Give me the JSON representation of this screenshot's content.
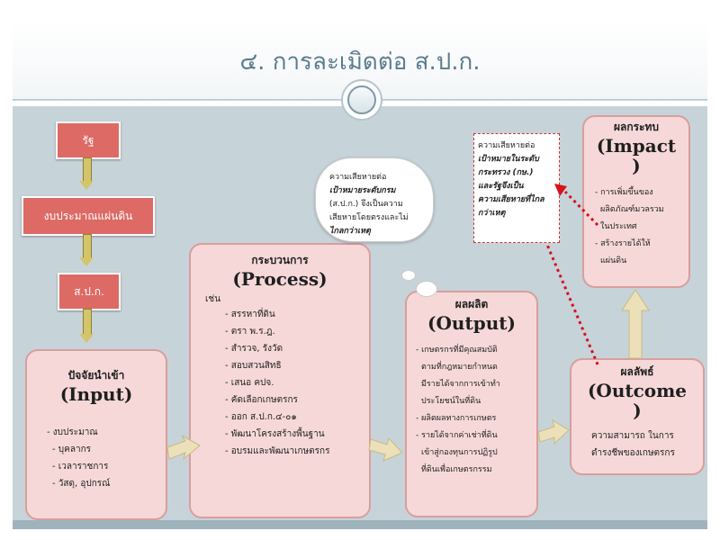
{
  "title": "๔. การละเมิดต่อ ส.ป.ก.",
  "boxes": {
    "state": "รัฐ",
    "budget": "งบประมาณแผ่นดิน",
    "alro": "ส.ป.ก."
  },
  "input": {
    "th": "ปัจจัยนำเข้า",
    "en": "(Input)",
    "items": [
      "- งบประมาณ",
      "- บุคลากร",
      "- เวลาราชการ",
      "- วัสดุ, อุปกรณ์"
    ]
  },
  "process": {
    "th": "กระบวนการ",
    "en": "(Process)",
    "intro": "เช่น",
    "items": [
      "- สรรหาที่ดิน",
      "- ตรา พ.ร.ฎ.",
      "- สำรวจ, รังวัด",
      "- สอบสวนสิทธิ",
      "- เสนอ คปจ.",
      "- คัดเลือกเกษตรกร",
      "- ออก ส.ป.ก.๔-๐๑",
      "- พัฒนาโครงสร้างพื้นฐาน",
      "- อบรมและพัฒนาเกษตรกร"
    ]
  },
  "output": {
    "th": "ผลผลิต",
    "en": "(Output)",
    "items": [
      "- เกษตรกรที่มีคุณสมบัติ",
      "ตามที่กฎหมายกำหนด",
      "มีรายได้จากการเข้าทำ",
      "ประโยชน์ในที่ดิน",
      "- ผลิตผลทางการเกษตร",
      "- รายได้จากค่าเช่าที่ดิน",
      "เข้าสู่กองทุนการปฏิรูป",
      "ที่ดินเพื่อเกษตรกรรม"
    ]
  },
  "outcome": {
    "th": "ผลลัพธ์",
    "en": "(Outcome",
    "en2": ")",
    "items": [
      "ความสามารถ ในการ",
      "ดำรงชีพของเกษตรกร"
    ]
  },
  "impact": {
    "th": "ผลกระทบ",
    "en": "(Impact",
    "en2": ")",
    "items": [
      "- การเพิ่มขึ้นของ",
      "ผลิตภัณฑ์มวลรวม",
      "ในประเทศ",
      "- สร้างรายได้ให้",
      "แผ่นดิน"
    ]
  },
  "cloud": {
    "line1": "ความเสียหายต่อ",
    "line2": "เป้าหมายระดับกรม",
    "line3": "(ส.ป.ก.) จึงเป็นความ",
    "line4": "เสียหายโดยตรงและไม่",
    "line5": "ไกลกว่าเหตุ"
  },
  "note": {
    "line1": "ความเสียหายต่อ",
    "line2": "เป้าหมายในระดับ",
    "line3": "กระทรวง (กษ.)",
    "line4": "และรัฐจึงเป็น",
    "line5": "ความเสียหายที่ไกล",
    "line6": "กว่าเหตุ"
  }
}
